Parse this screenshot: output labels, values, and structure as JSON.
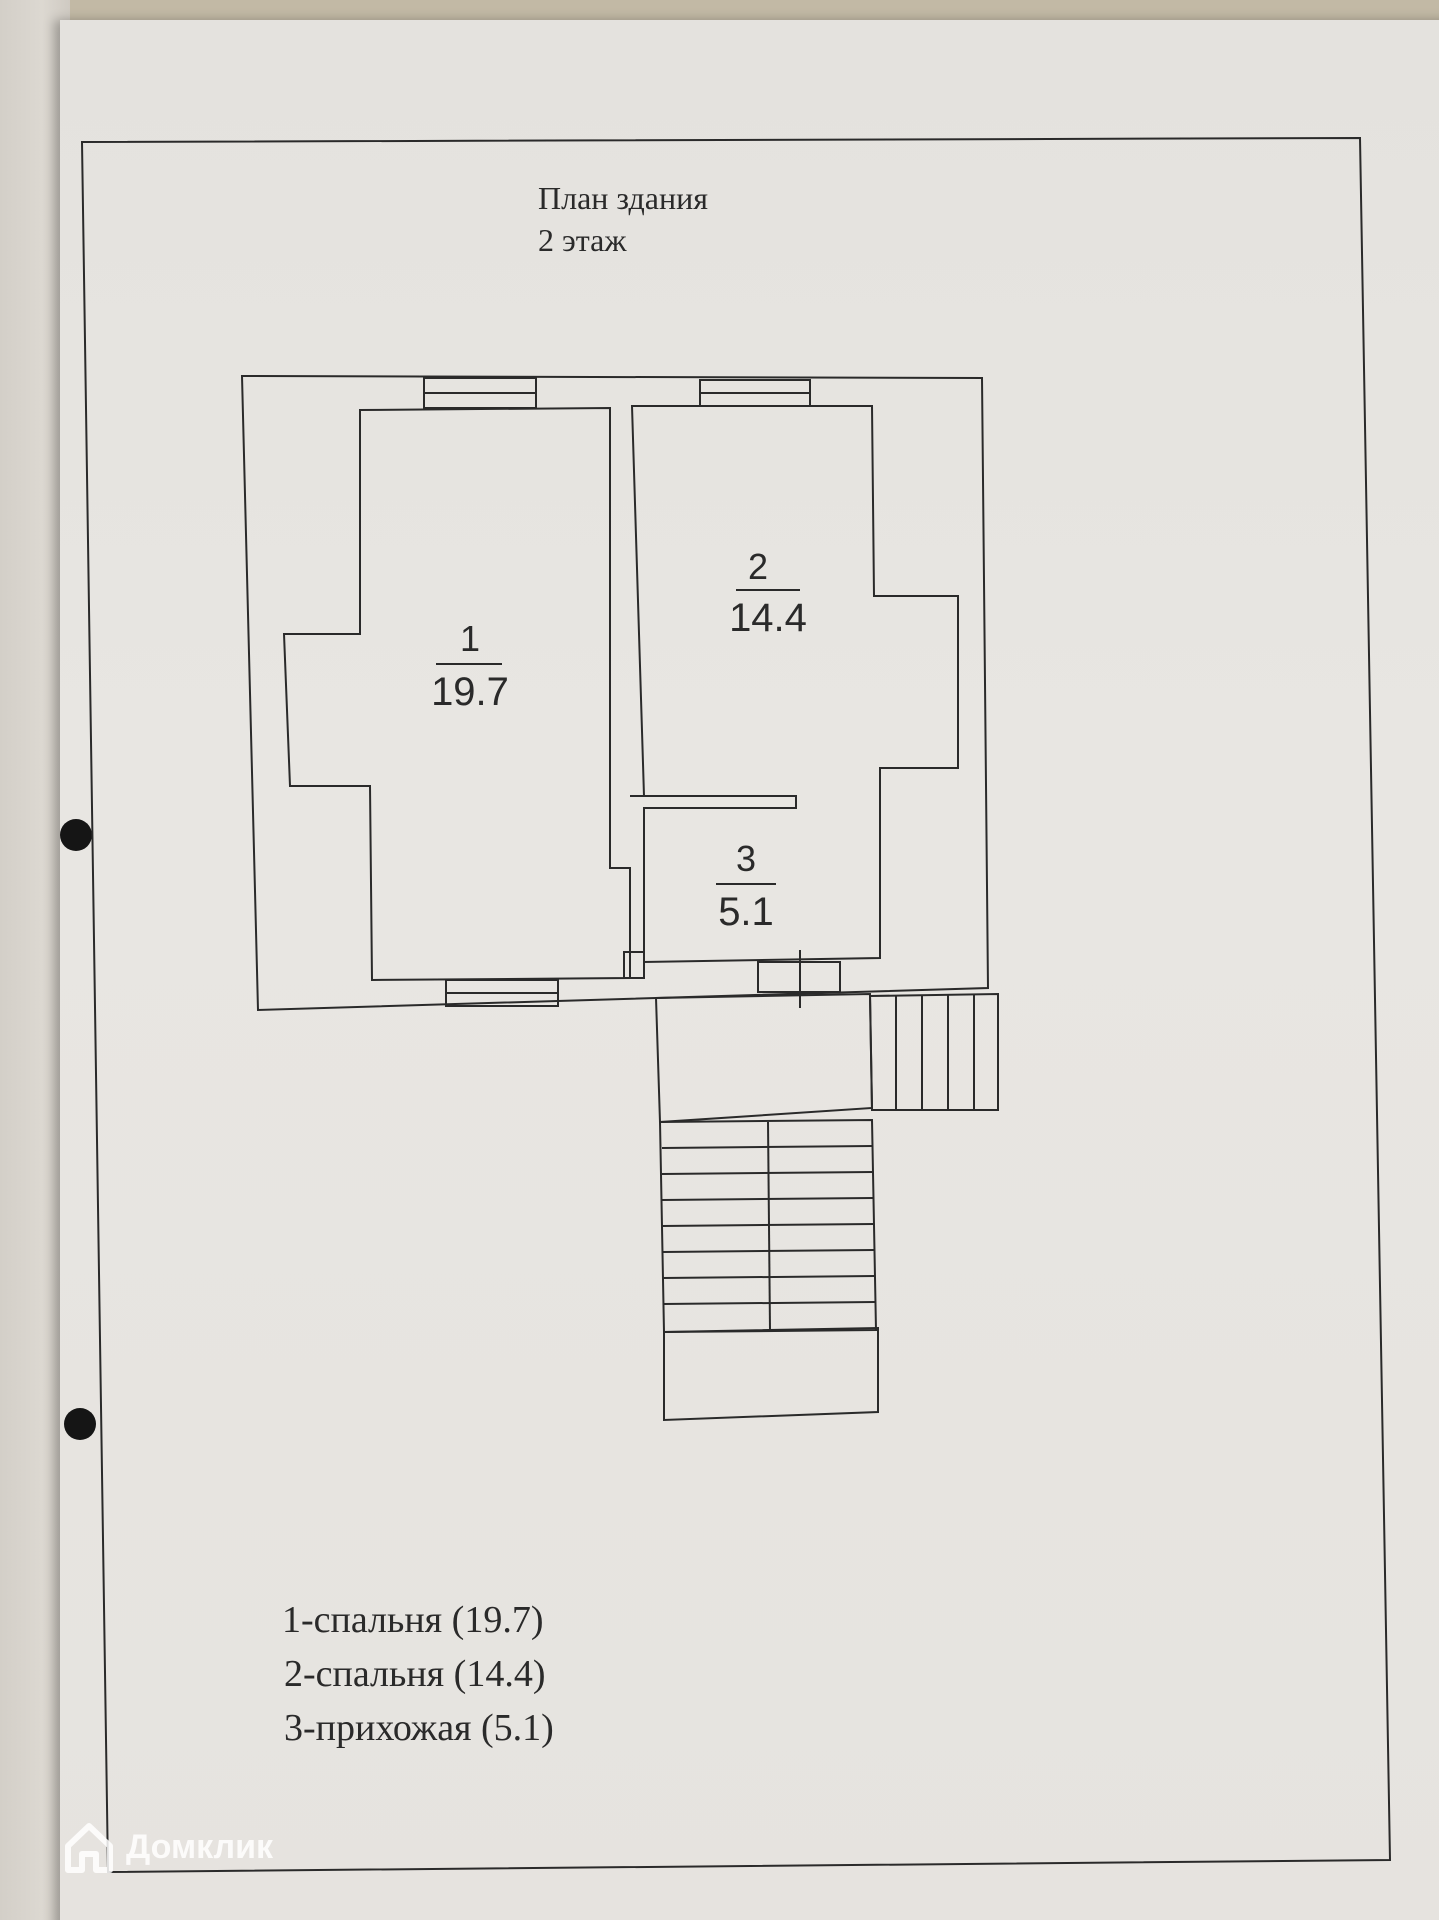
{
  "sheet": {
    "title_line1": "План здания",
    "title_line2": "2 этаж"
  },
  "rooms": [
    {
      "number": "1",
      "area": "19.7"
    },
    {
      "number": "2",
      "area": "14.4"
    },
    {
      "number": "3",
      "area": "5.1"
    }
  ],
  "legend": [
    "1-спальня (19.7)",
    "2-спальня (14.4)",
    "3-прихожая (5.1)"
  ],
  "watermark": {
    "text": "Домклик",
    "icon": "house-logo-icon"
  },
  "colors": {
    "ink": "#2a2a2a",
    "paper": "#e6e3df"
  }
}
